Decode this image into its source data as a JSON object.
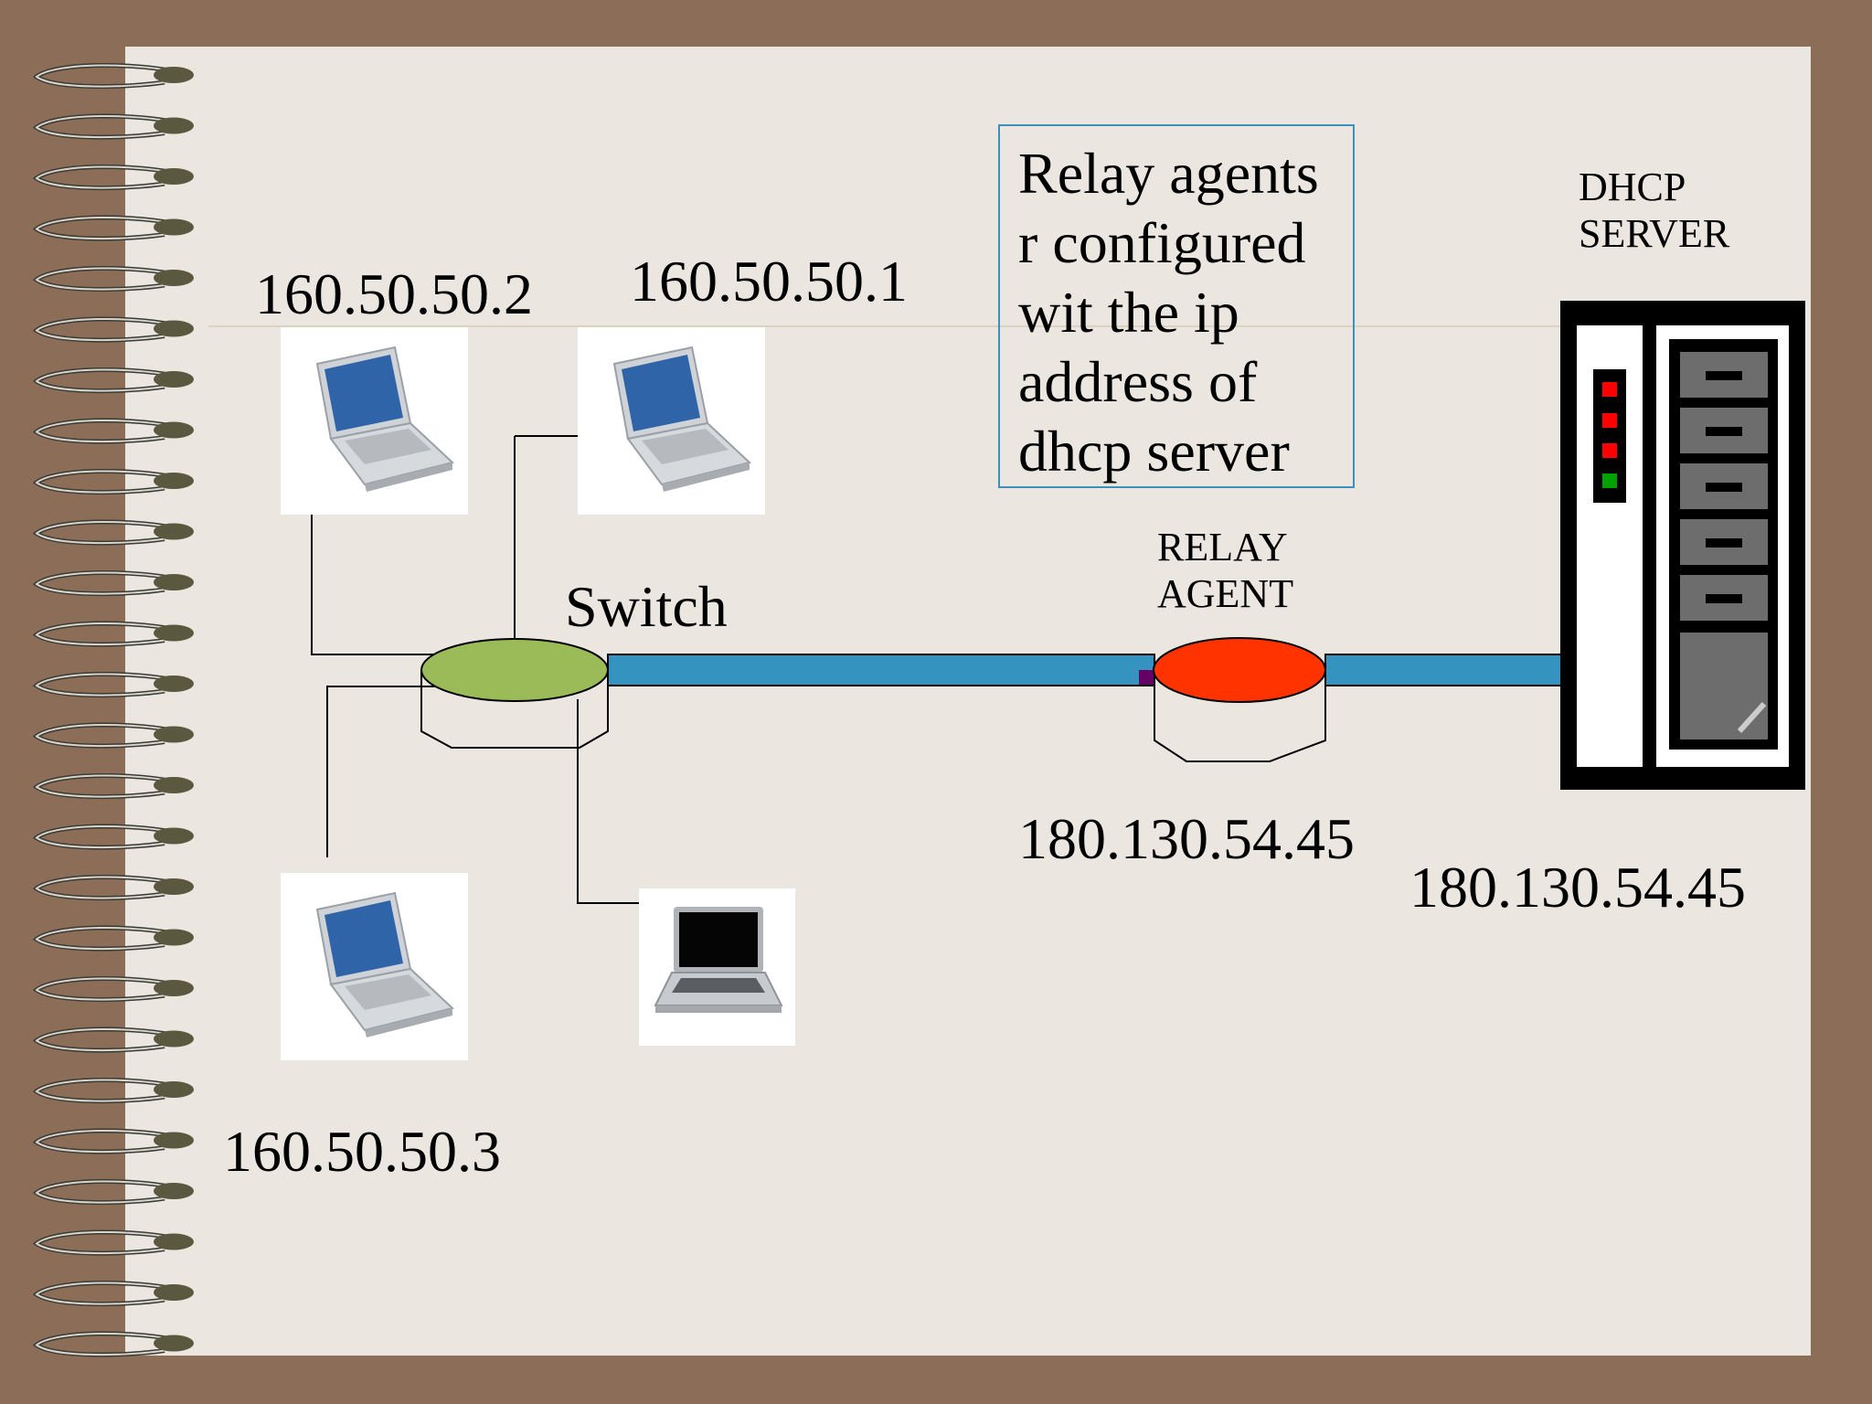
{
  "clients": [
    {
      "ip": "160.50.50.2",
      "icon": "laptop-icon"
    },
    {
      "ip": "160.50.50.1",
      "icon": "laptop-icon"
    },
    {
      "ip": "160.50.50.3",
      "icon": "laptop-icon"
    }
  ],
  "extra_laptop": {
    "icon": "black-screen-laptop-icon"
  },
  "switch": {
    "label": "Switch",
    "color": "#9bbb59"
  },
  "relay_agent": {
    "label_lines": [
      "RELAY",
      "AGENT"
    ],
    "ip": "180.130.54.45",
    "color": "#ff3300"
  },
  "dhcp_server": {
    "label_lines": [
      "DHCP",
      "SERVER"
    ],
    "ip": "180.130.54.45",
    "icon": "server-rack-icon"
  },
  "note": {
    "lines": [
      "Relay agents",
      "r configured",
      "wit the ip",
      "address of",
      "dhcp server"
    ],
    "border_color": "#3d8fc0"
  },
  "link_color": "#3593bf"
}
